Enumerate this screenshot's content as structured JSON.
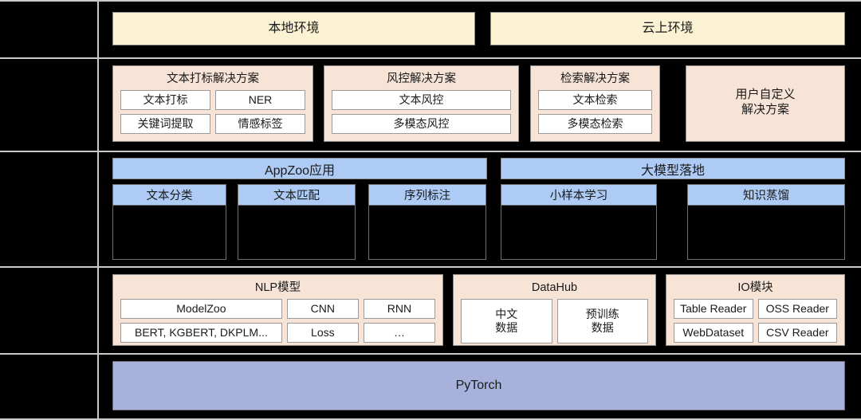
{
  "diagram": {
    "title": "EasyNLP architecture stack",
    "colors": {
      "cream": "#faf2d3",
      "peach": "#f7e4d7",
      "blue": "#aecbf5",
      "pytorch_blue": "#a6b2dc",
      "background": "#000000",
      "rule": "#c9c9c9"
    }
  },
  "rows": {
    "environment": {
      "boxes": [
        {
          "label": "本地环境"
        },
        {
          "label": "云上环境"
        }
      ]
    },
    "solutions": {
      "groups": [
        {
          "title": "文本打标解决方案",
          "chips": [
            [
              "文本打标",
              "NER"
            ],
            [
              "关键词提取",
              "情感标签"
            ]
          ]
        },
        {
          "title": "风控解决方案",
          "chips": [
            [
              "文本风控"
            ],
            [
              "多模态风控"
            ]
          ]
        },
        {
          "title": "检索解决方案",
          "chips": [
            [
              "文本检索"
            ],
            [
              "多模态检索"
            ]
          ]
        }
      ],
      "custom": {
        "label": "用户自定义\n解决方案",
        "line1": "用户自定义",
        "line2": "解决方案"
      }
    },
    "applications": {
      "bands": [
        {
          "label": "AppZoo应用"
        },
        {
          "label": "大模型落地"
        }
      ],
      "appzoo_cards": [
        {
          "label": "文本分类"
        },
        {
          "label": "文本匹配"
        },
        {
          "label": "序列标注"
        }
      ],
      "llm_cards": [
        {
          "label": "小样本学习"
        },
        {
          "label": "知识蒸馏"
        }
      ]
    },
    "core": {
      "nlp": {
        "title": "NLP模型",
        "left": [
          "ModelZoo",
          "BERT, KGBERT, DKPLM..."
        ],
        "mid": [
          "CNN",
          "Loss"
        ],
        "right": [
          "RNN",
          "…"
        ]
      },
      "datahub": {
        "title": "DataHub",
        "chips": [
          {
            "line1": "中文",
            "line2": "数据"
          },
          {
            "line1": "预训练",
            "line2": "数据"
          }
        ]
      },
      "io": {
        "title": "IO模块",
        "left": [
          "Table Reader",
          "WebDataset"
        ],
        "right": [
          "OSS Reader",
          "CSV Reader"
        ]
      }
    },
    "framework": {
      "label": "PyTorch"
    }
  }
}
